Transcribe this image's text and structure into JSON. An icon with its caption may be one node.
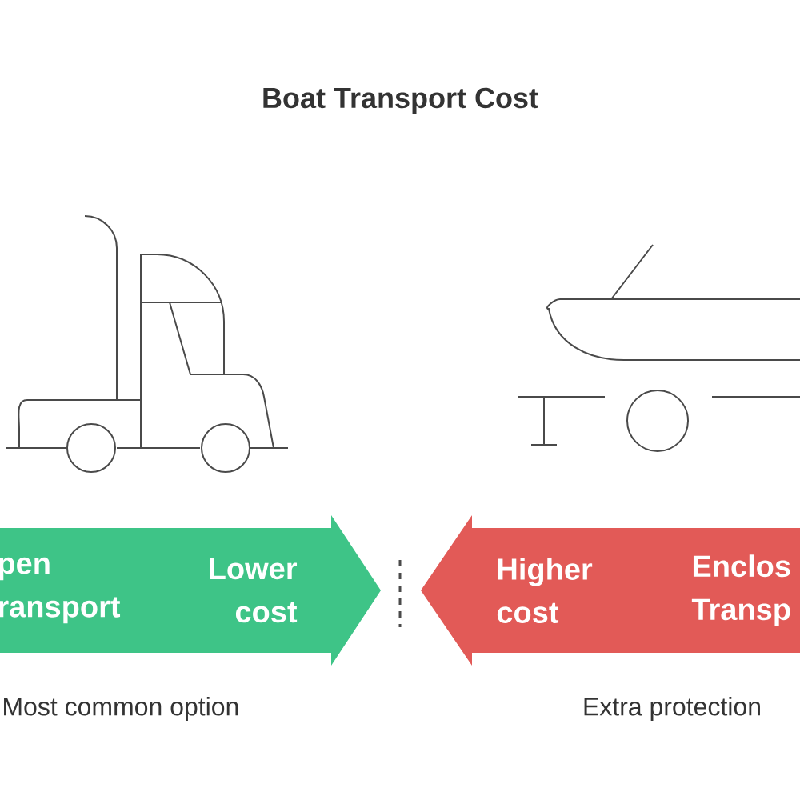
{
  "diagram": {
    "title": "Boat Transport Cost",
    "nodes": [
      {
        "text": [
          "pen ransport",
          "Lower cost"
        ],
        "beside": [
          "Most common option"
        ]
      },
      {
        "text": [
          "Higher cost",
          "Enclos Transp"
        ],
        "beside": [
          "Extra protection"
        ]
      }
    ]
  }
}
